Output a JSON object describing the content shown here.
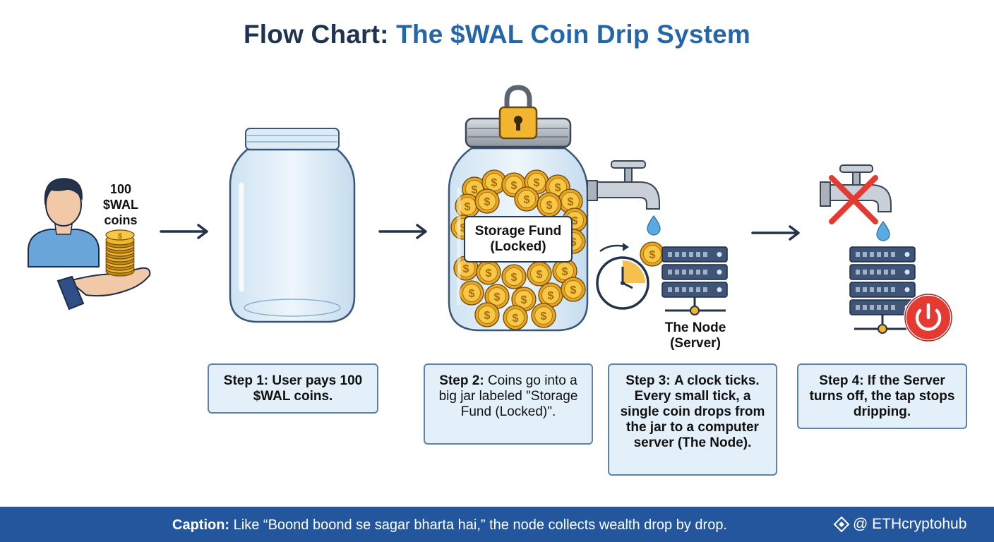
{
  "title": {
    "prefix": "Flow Chart:",
    "main": "The $WAL Coin Drip System"
  },
  "labels": {
    "coins": [
      "100",
      "$WAL",
      "coins"
    ],
    "storage_fund": [
      "Storage Fund",
      "(Locked)"
    ],
    "node": [
      "The Node",
      "(Server)"
    ]
  },
  "steps": [
    {
      "heading": "Step 1:",
      "text": "User pays 100 $WAL coins."
    },
    {
      "heading": "Step 2:",
      "text": "Coins go into a big jar labeled \"Storage Fund (Locked)\"."
    },
    {
      "heading": "Step 3:",
      "text": "A clock ticks. Every small tick, a single coin drops from the jar to a computer server (The Node)."
    },
    {
      "heading": "Step 4:",
      "text": "If the Server turns off, the tap stops dripping."
    }
  ],
  "caption": {
    "label": "Caption:",
    "text": "Like “Boond boond se sagar bharta hai,” the node collects wealth drop by drop."
  },
  "credit": {
    "handle": "@ ETHcryptohub",
    "icon": "diamond-logo-icon"
  },
  "colors": {
    "title_dark": "#1d3350",
    "title_accent": "#2566a8",
    "step_fill": "#e3eff9",
    "step_border": "#5e83a6",
    "caption_bar": "#23569d",
    "coin_gold": "#f2b530",
    "power_red": "#e53a32"
  }
}
